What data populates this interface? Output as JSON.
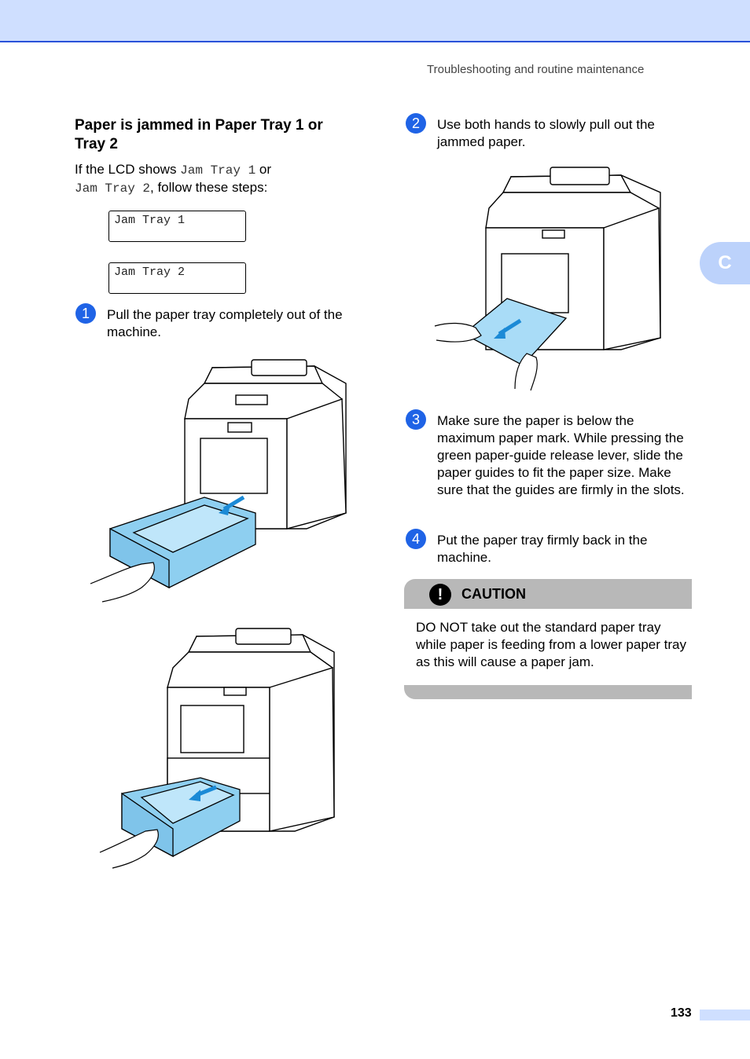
{
  "header": {
    "running_title": "Troubleshooting and routine maintenance"
  },
  "section_tab": "C",
  "section": {
    "title": "Paper is jammed in Paper Tray 1 or Tray 2",
    "intro_prefix": "If the LCD shows ",
    "intro_code1": "Jam Tray 1",
    "intro_or": " or",
    "intro_code2": "Jam Tray 2",
    "intro_suffix": ", follow these steps:"
  },
  "lcd_messages": [
    "Jam Tray 1",
    "Jam Tray 2"
  ],
  "steps": [
    {
      "number": "1",
      "text": "Pull the paper tray completely out of the machine."
    },
    {
      "number": "2",
      "text": "Use both hands to slowly pull out the jammed paper."
    },
    {
      "number": "3",
      "text": "Make sure the paper is below the maximum paper mark. While pressing the green paper-guide release lever, slide the paper guides to fit the paper size. Make sure that the guides are firmly in the slots."
    },
    {
      "number": "4",
      "text": "Put the paper tray firmly back in the machine."
    }
  ],
  "caution": {
    "label": "CAUTION",
    "text": "DO NOT take out the standard paper tray while paper is feeding from a lower paper tray as this will cause a paper jam."
  },
  "page_number": "133",
  "colors": {
    "accent": "#1f63e6",
    "topbar": "#cfdfff",
    "paper": "#a9dcf7",
    "caution_gray": "#b8b8b8"
  }
}
